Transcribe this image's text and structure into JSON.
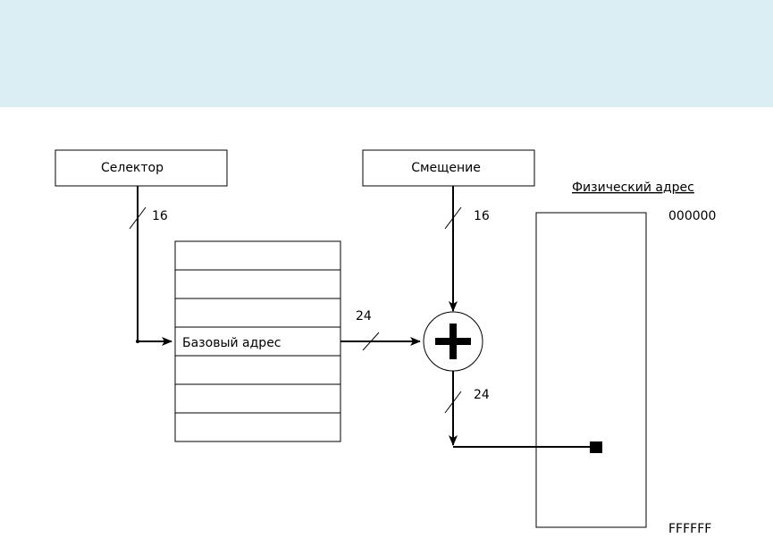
{
  "selector_label": "Селектор",
  "offset_label": "Смещение",
  "base_address_label": "Базовый адрес",
  "physical_address_label": "Физический адрес",
  "selector_bits": "16",
  "offset_bits": "16",
  "base_bits": "24",
  "sum_bits": "24",
  "addr_low": "000000",
  "addr_high": "FFFFFF",
  "colors": {
    "banner": "#daeef4",
    "lines": "#000000"
  }
}
